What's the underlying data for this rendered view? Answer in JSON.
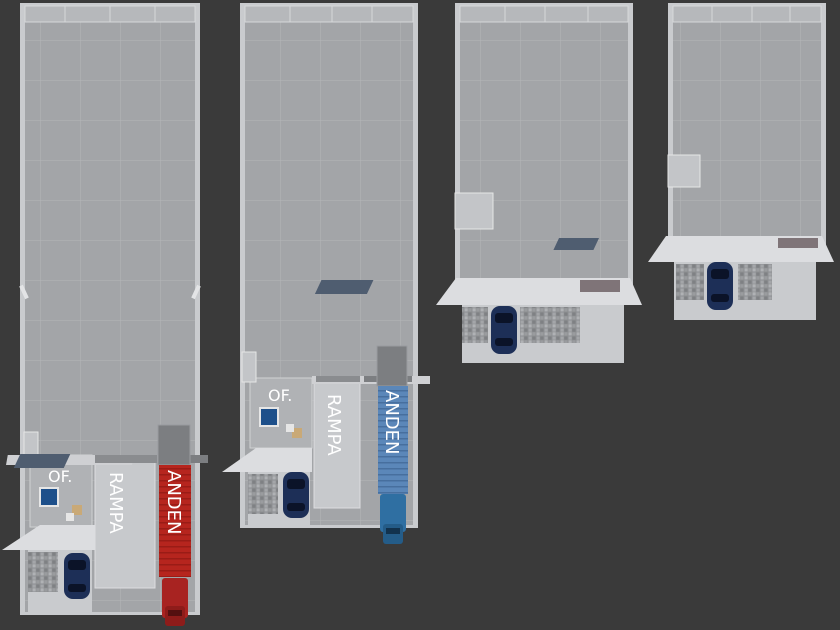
{
  "labels": {
    "office": "OF.",
    "ramp": "RAMPA",
    "dock": "ANDEN"
  },
  "colors": {
    "background": "#3a3a3a",
    "floor": "#a3a5a8",
    "grid": "#b3b5b8",
    "dock_red": "#b6251e",
    "dock_blue": "#5b87b9",
    "car_blue": "#1d2f57",
    "truck_red": "#a82321",
    "truck_blue": "#2f6fa2"
  }
}
